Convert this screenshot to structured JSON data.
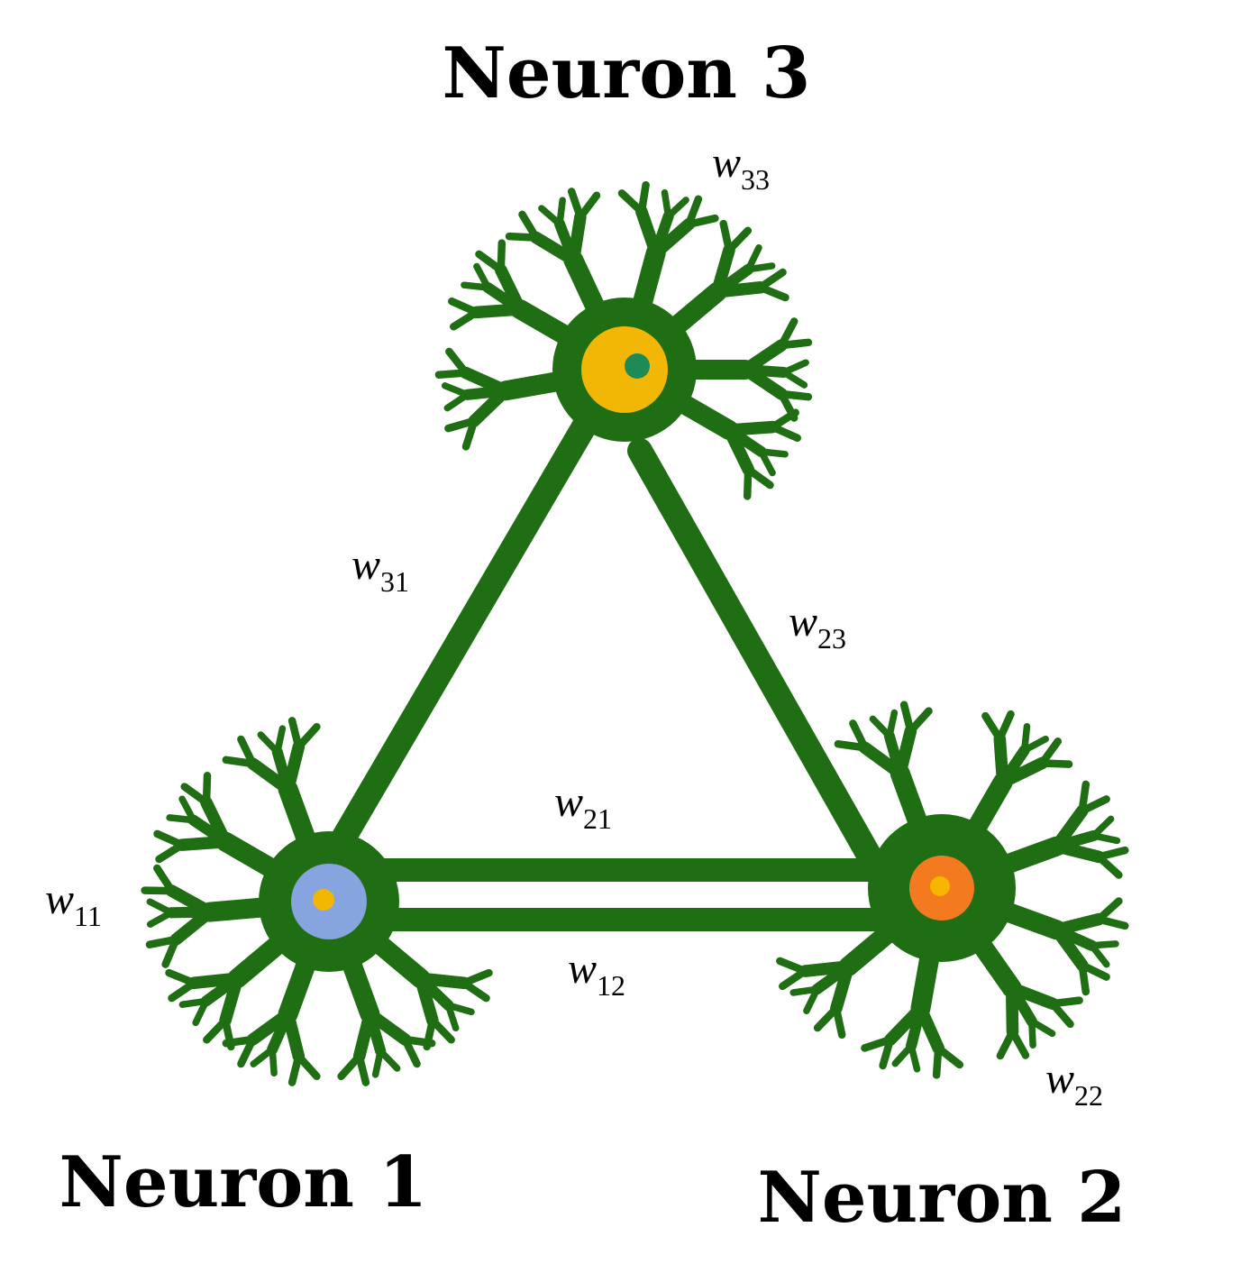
{
  "colors": {
    "neuron_body": "#1f6e13",
    "background": "#ffffff",
    "nucleus_1": "#86a4dd",
    "nucleolus_1": "#f2b705",
    "nucleus_2": "#f47a1f",
    "nucleolus_2": "#f7b500",
    "nucleus_3": "#f2b705",
    "nucleolus_3": "#1e8a55"
  },
  "neurons": [
    {
      "id": "1",
      "label": "Neuron 1"
    },
    {
      "id": "2",
      "label": "Neuron 2"
    },
    {
      "id": "3",
      "label": "Neuron 3"
    }
  ],
  "weights": [
    {
      "id": "w33",
      "symbol": "w",
      "subscript": "33"
    },
    {
      "id": "w31",
      "symbol": "w",
      "subscript": "31"
    },
    {
      "id": "w23",
      "symbol": "w",
      "subscript": "23"
    },
    {
      "id": "w21",
      "symbol": "w",
      "subscript": "21"
    },
    {
      "id": "w11",
      "symbol": "w",
      "subscript": "11"
    },
    {
      "id": "w12",
      "symbol": "w",
      "subscript": "12"
    },
    {
      "id": "w22",
      "symbol": "w",
      "subscript": "22"
    }
  ],
  "connections": [
    {
      "from": "3",
      "to": "1",
      "weight": "w31"
    },
    {
      "from": "2",
      "to": "3",
      "weight": "w23"
    },
    {
      "from": "2",
      "to": "1",
      "weight": "w21"
    },
    {
      "from": "1",
      "to": "2",
      "weight": "w12"
    }
  ]
}
